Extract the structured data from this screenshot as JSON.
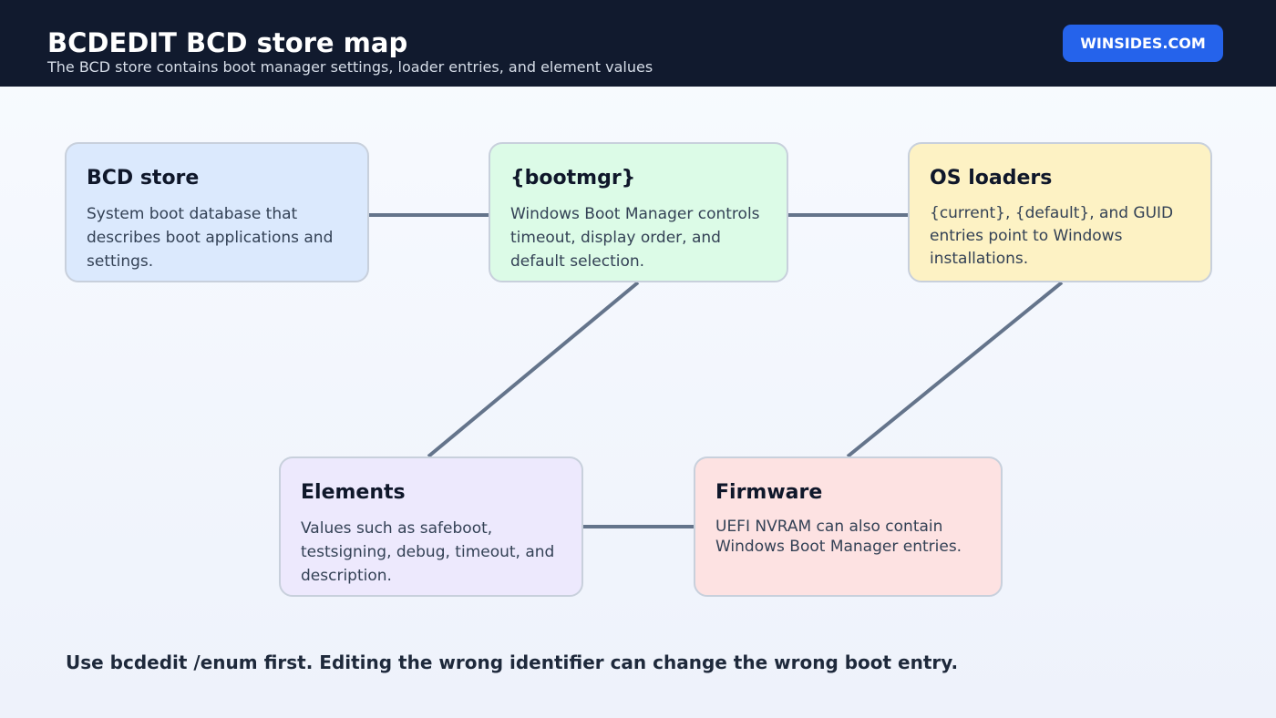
{
  "header": {
    "title": "BCDEDIT BCD store map",
    "subtitle": "The BCD store contains boot manager settings, loader entries, and element values",
    "brand": "WINSIDES.COM"
  },
  "nodes": [
    {
      "id": "bcd-store",
      "title": "BCD store",
      "description": "System boot database that describes boot applications and settings."
    },
    {
      "id": "bootmgr",
      "title": "{bootmgr}",
      "description": "Windows Boot Manager controls timeout, display order, and default selection."
    },
    {
      "id": "os-loaders",
      "title": "OS loaders",
      "description": "{current}, {default}, and GUID entries point to Windows installations."
    },
    {
      "id": "elements",
      "title": "Elements",
      "description": "Values such as safeboot, testsigning, debug, timeout, and description."
    },
    {
      "id": "firmware",
      "title": "Firmware",
      "description": "UEFI NVRAM can also contain Windows Boot Manager entries."
    }
  ],
  "edges": [
    {
      "from": "bcd-store",
      "to": "bootmgr"
    },
    {
      "from": "bootmgr",
      "to": "os-loaders"
    },
    {
      "from": "bootmgr",
      "to": "elements"
    },
    {
      "from": "os-loaders",
      "to": "firmware"
    },
    {
      "from": "elements",
      "to": "firmware"
    }
  ],
  "footer": {
    "note": "Use bcdedit /enum first. Editing the wrong identifier can change the wrong boot entry."
  },
  "colors": {
    "header_bg": "#111a2e",
    "brand_bg": "#2563eb",
    "connector": "#64748b",
    "card_border": "#c8d0dc",
    "bcd_store_bg": "#dbe9fd",
    "bootmgr_bg": "#dcfbe7",
    "os_loaders_bg": "#fdf2c4",
    "elements_bg": "#ede9fd",
    "firmware_bg": "#fde2e2"
  }
}
